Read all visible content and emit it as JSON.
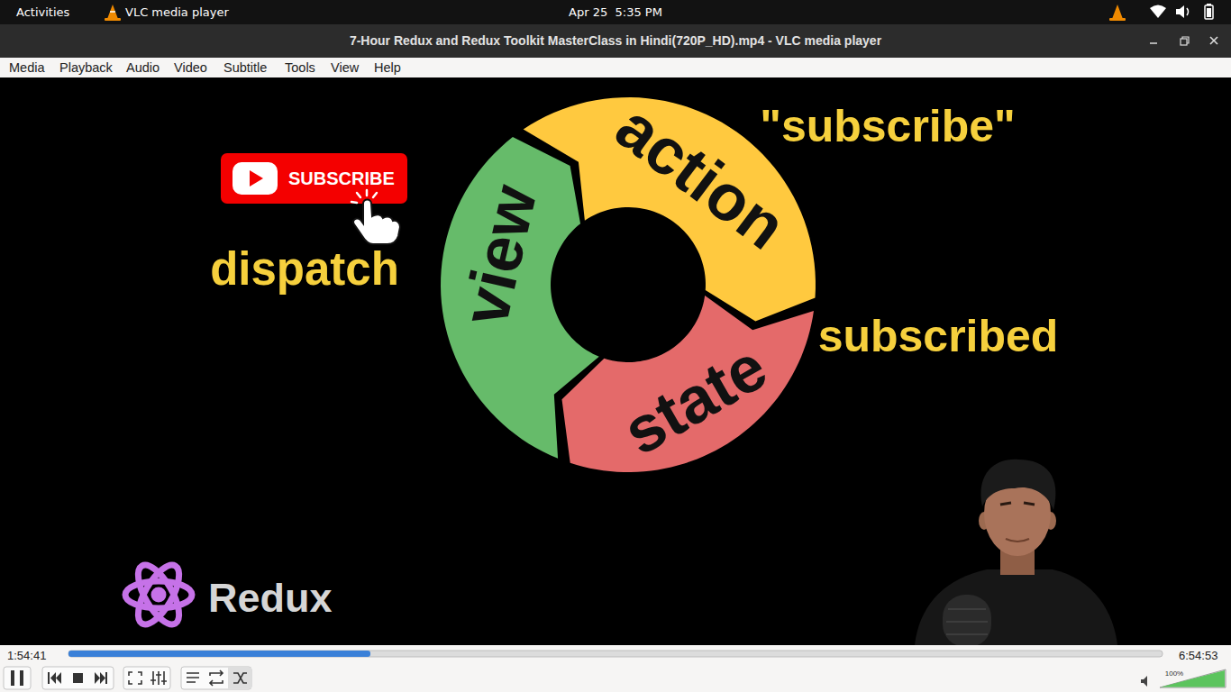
{
  "diagram": {
    "title": "7-Hour Redux and Redux Toolkit MasterClass in Hindi(720P_HD).mp4 - VLC media player",
    "nodes": [
      {
        "text": [
          "SUBSCRIBE"
        ]
      },
      {
        "text": [
          "action"
        ]
      },
      {
        "text": [
          "view"
        ]
      },
      {
        "text": [
          "state"
        ]
      }
    ],
    "labels": [
      "Activities",
      "VLC media player",
      "Apr 25  5:35 PM",
      "Media",
      "Playback",
      "Audio",
      "Video",
      "Subtitle",
      "Tools",
      "View",
      "Help",
      "\"subscribe\"",
      "dispatch",
      "subscribed",
      "Redux",
      "1:54:41",
      "6:54:53",
      "100%"
    ]
  }
}
